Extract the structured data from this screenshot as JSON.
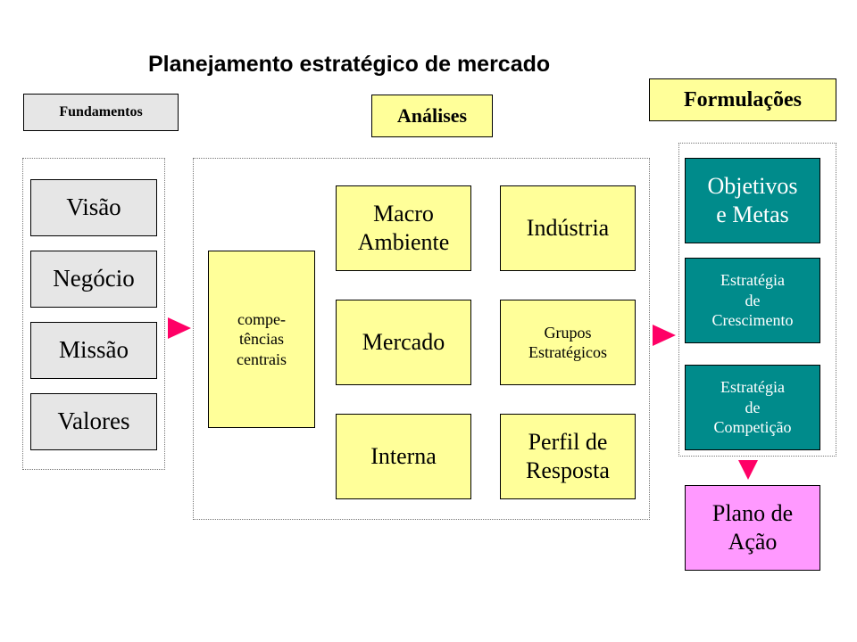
{
  "title": "Planejamento estratégico de mercado",
  "headers": {
    "fundamentos": "Fundamentos",
    "analises": "Análises",
    "formulacoes": "Formulações"
  },
  "fundamentos": [
    "Visão",
    "Negócio",
    "Missão",
    "Valores"
  ],
  "competencias": "compe-\ntências\ncentrais",
  "analises": {
    "macro": "Macro\nAmbiente",
    "industria": "Indústria",
    "mercado": "Mercado",
    "grupos": "Grupos\nEstratégicos",
    "interna": "Interna",
    "perfil": "Perfil de\nResposta"
  },
  "formulacoes": {
    "objetivos": "Objetivos\ne Metas",
    "crescimento": "Estratégia\nde\nCrescimento",
    "competicao": "Estratégia\nde\nCompetição"
  },
  "plano": "Plano de\nAção",
  "colors": {
    "gray": "#e6e6e6",
    "yellow": "#ffff99",
    "teal": "#008b8b",
    "pink": "#ff99ff",
    "arrow": "#ff0066"
  }
}
